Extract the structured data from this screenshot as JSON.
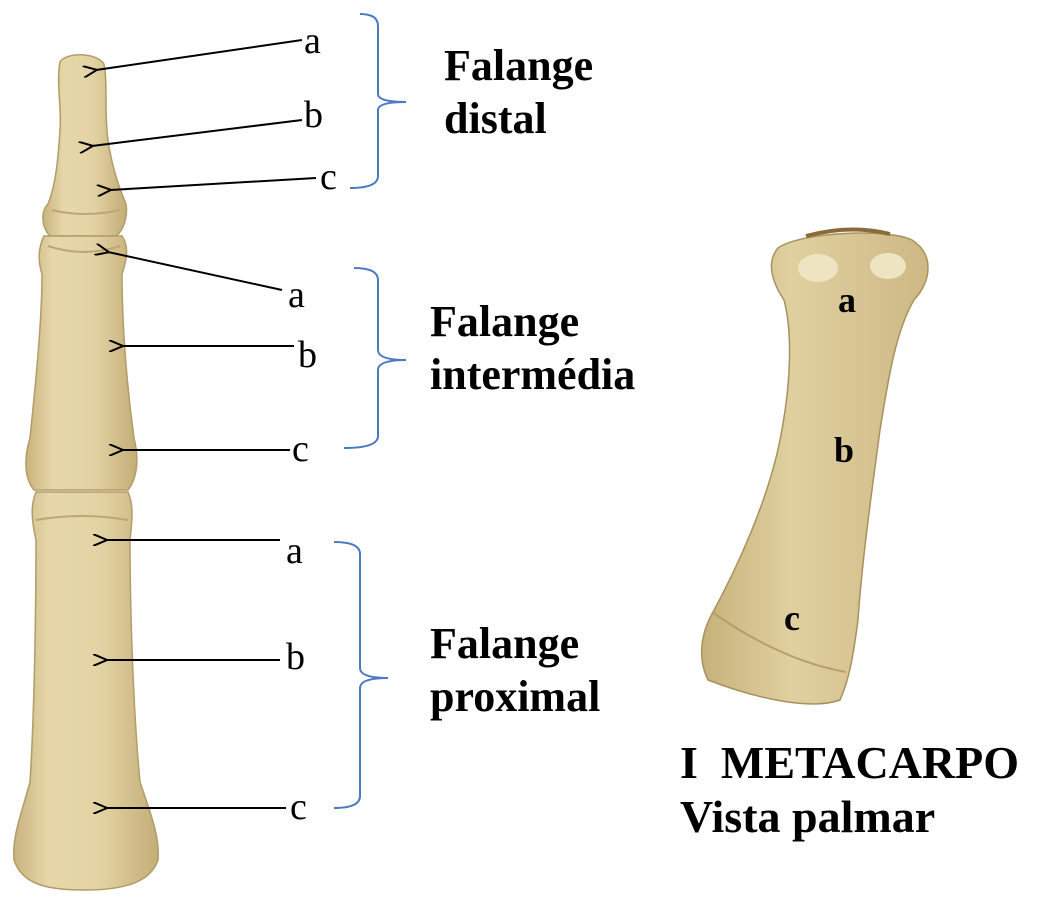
{
  "colors": {
    "bone": "#e3d3a5",
    "bone_shadow": "#c2ad78",
    "bracket": "#4a7ac0",
    "arrow": "#000000"
  },
  "phalanges": {
    "distal": {
      "part_a": "a",
      "part_b": "b",
      "part_c": "c",
      "group_line1": "Falange",
      "group_line2": "distal"
    },
    "intermediate": {
      "part_a": "a",
      "part_b": "b",
      "part_c": "c",
      "group_line1": "Falange",
      "group_line2": "intermédia"
    },
    "proximal": {
      "part_a": "a",
      "part_b": "b",
      "part_c": "c",
      "group_line1": "Falange",
      "group_line2": "proximal"
    }
  },
  "metacarpal": {
    "part_a": "a",
    "part_b": "b",
    "part_c": "c",
    "caption_line1": "I  METACARPO",
    "caption_line2": "Vista palmar"
  }
}
